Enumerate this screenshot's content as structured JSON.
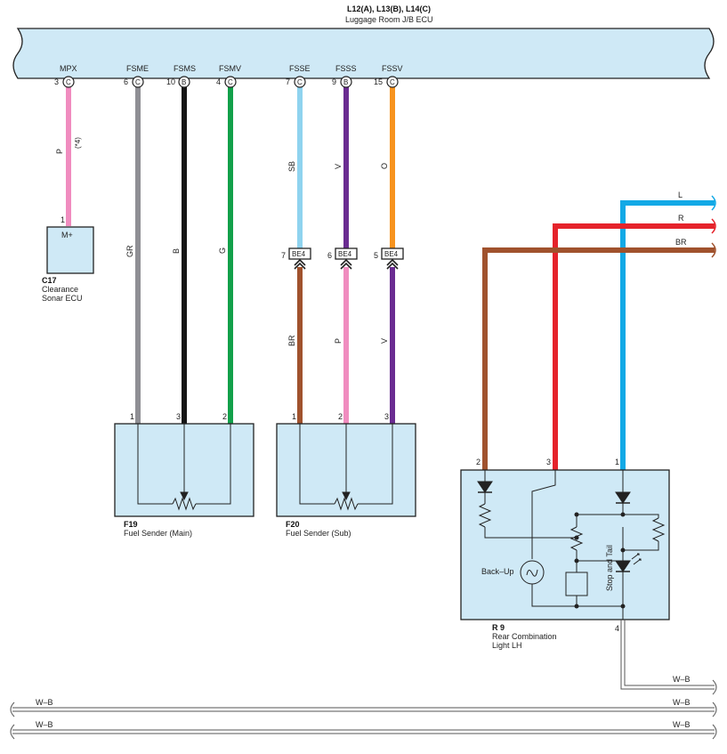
{
  "colors": {
    "pink": "#f08cbf",
    "gray": "#8f8f94",
    "black": "#151515",
    "green": "#12a04a",
    "skyblue": "#8fd3ef",
    "violet": "#6a2c91",
    "orange": "#f7931e",
    "brown": "#a0522d",
    "red": "#e5232b",
    "blue": "#12a9e6",
    "ecu_fill": "#cfe9f6"
  },
  "top_ecu": {
    "title": "L12(A), L13(B), L14(C)",
    "name": "Luggage Room J/B ECU",
    "terminals": [
      {
        "name": "MPX",
        "pin": "3",
        "conn": "C"
      },
      {
        "name": "FSME",
        "pin": "6",
        "conn": "C"
      },
      {
        "name": "FSMS",
        "pin": "10",
        "conn": "B"
      },
      {
        "name": "FSMV",
        "pin": "4",
        "conn": "C"
      },
      {
        "name": "FSSE",
        "pin": "7",
        "conn": "C"
      },
      {
        "name": "FSSS",
        "pin": "9",
        "conn": "B"
      },
      {
        "name": "FSSV",
        "pin": "15",
        "conn": "C"
      }
    ]
  },
  "wire_labels": {
    "mpx": "P",
    "mpx_note": "(*4)",
    "fsme": "GR",
    "fsms": "B",
    "fsmv": "G",
    "fsse_upper": "SB",
    "fsss_upper": "V",
    "fssv_upper": "O",
    "fsse_lower": "BR",
    "fsss_lower": "P",
    "fssv_lower": "V"
  },
  "junction_connectors": [
    {
      "pin": "7",
      "name": "BE4"
    },
    {
      "pin": "6",
      "name": "BE4"
    },
    {
      "pin": "5",
      "name": "BE4"
    }
  ],
  "c17": {
    "code": "C17",
    "name_line1": "Clearance",
    "name_line2": "Sonar ECU",
    "pin": "1",
    "terminal": "M+"
  },
  "f19": {
    "code": "F19",
    "name": "Fuel Sender (Main)",
    "pins": [
      "1",
      "3",
      "2"
    ]
  },
  "f20": {
    "code": "F20",
    "name": "Fuel Sender (Sub)",
    "pins": [
      "1",
      "2",
      "3"
    ]
  },
  "r9": {
    "code": "R 9",
    "name_line1": "Rear Combination",
    "name_line2": "Light LH",
    "pins": [
      "2",
      "3",
      "1"
    ],
    "ground_pin": "4",
    "backup_label": "Back–Up",
    "stop_tail_label": "Stop and Tail"
  },
  "right_wires": [
    {
      "label": "L",
      "color": "blue"
    },
    {
      "label": "R",
      "color": "red"
    },
    {
      "label": "BR",
      "color": "brown"
    }
  ],
  "ground_wires": {
    "r9_ground": "W–B",
    "bus1_left": "W–B",
    "bus1_right": "W–B",
    "bus2_left": "W–B",
    "bus2_right": "W–B"
  }
}
